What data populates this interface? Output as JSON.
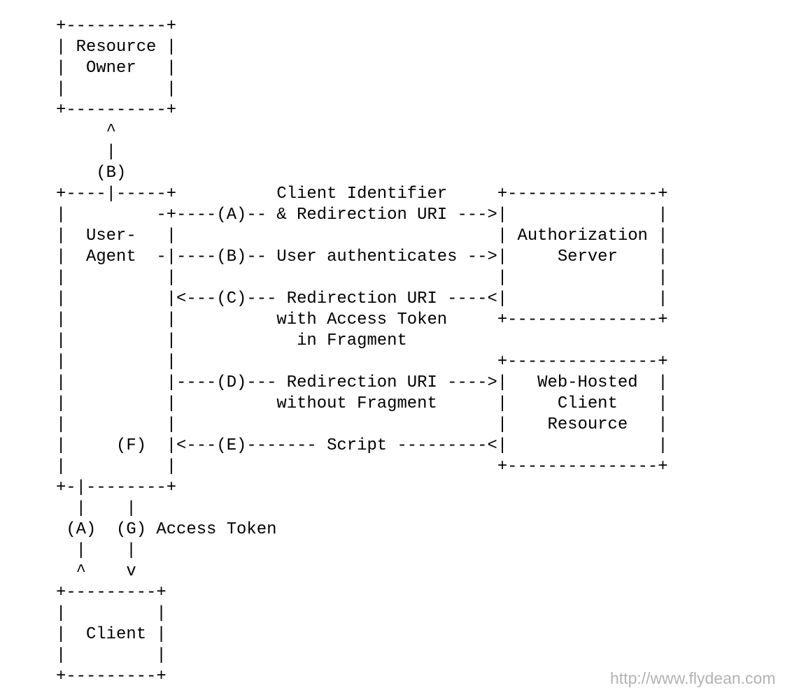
{
  "diagram": {
    "lines": [
      "+----------+",
      "| Resource |",
      "|  Owner   |",
      "|          |",
      "+----------+",
      "     ^",
      "     |",
      "    (B)",
      "+----|-----+          Client Identifier     +---------------+",
      "|         -+----(A)-- & Redirection URI --->|               |",
      "|  User-   |                                | Authorization |",
      "|  Agent  -|----(B)-- User authenticates -->|     Server    |",
      "|          |                                |               |",
      "|          |<---(C)--- Redirection URI ----<|               |",
      "|          |          with Access Token     +---------------+",
      "|          |            in Fragment",
      "|          |                                +---------------+",
      "|          |----(D)--- Redirection URI ---->|   Web-Hosted  |",
      "|          |          without Fragment      |     Client    |",
      "|          |                                |    Resource   |",
      "|     (F)  |<---(E)------- Script ---------<|               |",
      "|          |                                +---------------+",
      "+-|--------+",
      "  |    |",
      " (A)  (G) Access Token",
      "  |    |",
      "  ^    v",
      "+---------+",
      "|         |",
      "|  Client |",
      "|         |",
      "+---------+"
    ]
  },
  "watermark": {
    "text": "http://www.flydean.com"
  }
}
